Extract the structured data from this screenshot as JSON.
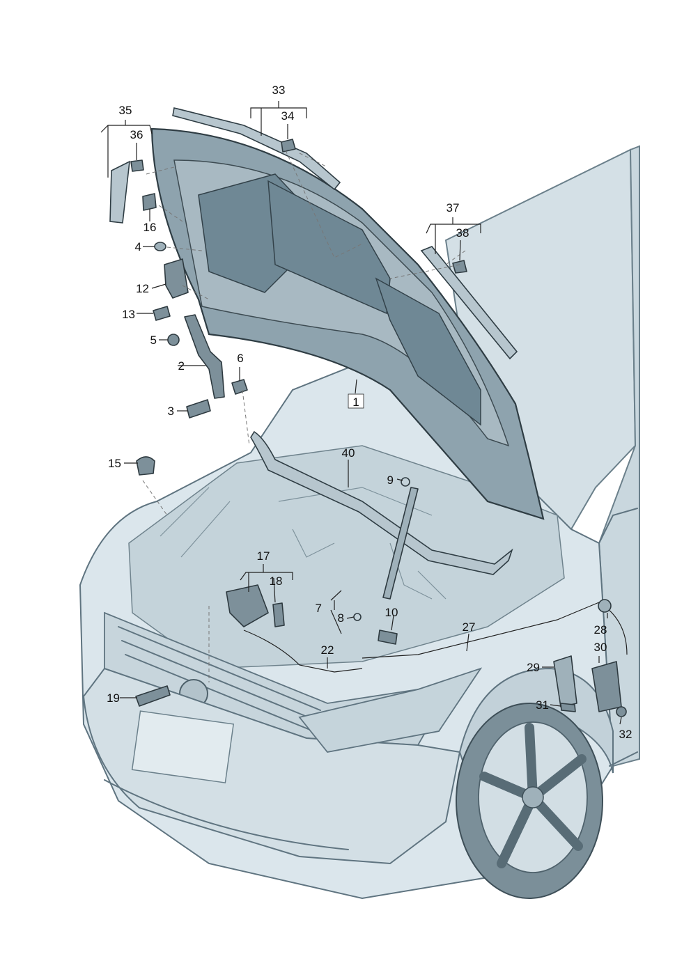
{
  "callouts": {
    "c1": "1",
    "c2": "2",
    "c3": "3",
    "c4": "4",
    "c5": "5",
    "c6": "6",
    "c7": "7",
    "c8": "8",
    "c9": "9",
    "c10": "10",
    "c12": "12",
    "c13": "13",
    "c15": "15",
    "c16": "16",
    "c17": "17",
    "c18": "18",
    "c19": "19",
    "c22": "22",
    "c27": "27",
    "c28": "28",
    "c29": "29",
    "c30": "30",
    "c31": "31",
    "c32": "32",
    "c33": "33",
    "c34": "34",
    "c35": "35",
    "c36": "36",
    "c37": "37",
    "c38": "38",
    "c40": "40"
  },
  "colors": {
    "body_fill": "#dbe6ec",
    "body_shade": "#b9cad3",
    "hood_inner": "#8ea3ae",
    "hood_panel": "#6f8895",
    "part_fill": "#7d909a",
    "seal_fill": "#b7c6ce"
  }
}
